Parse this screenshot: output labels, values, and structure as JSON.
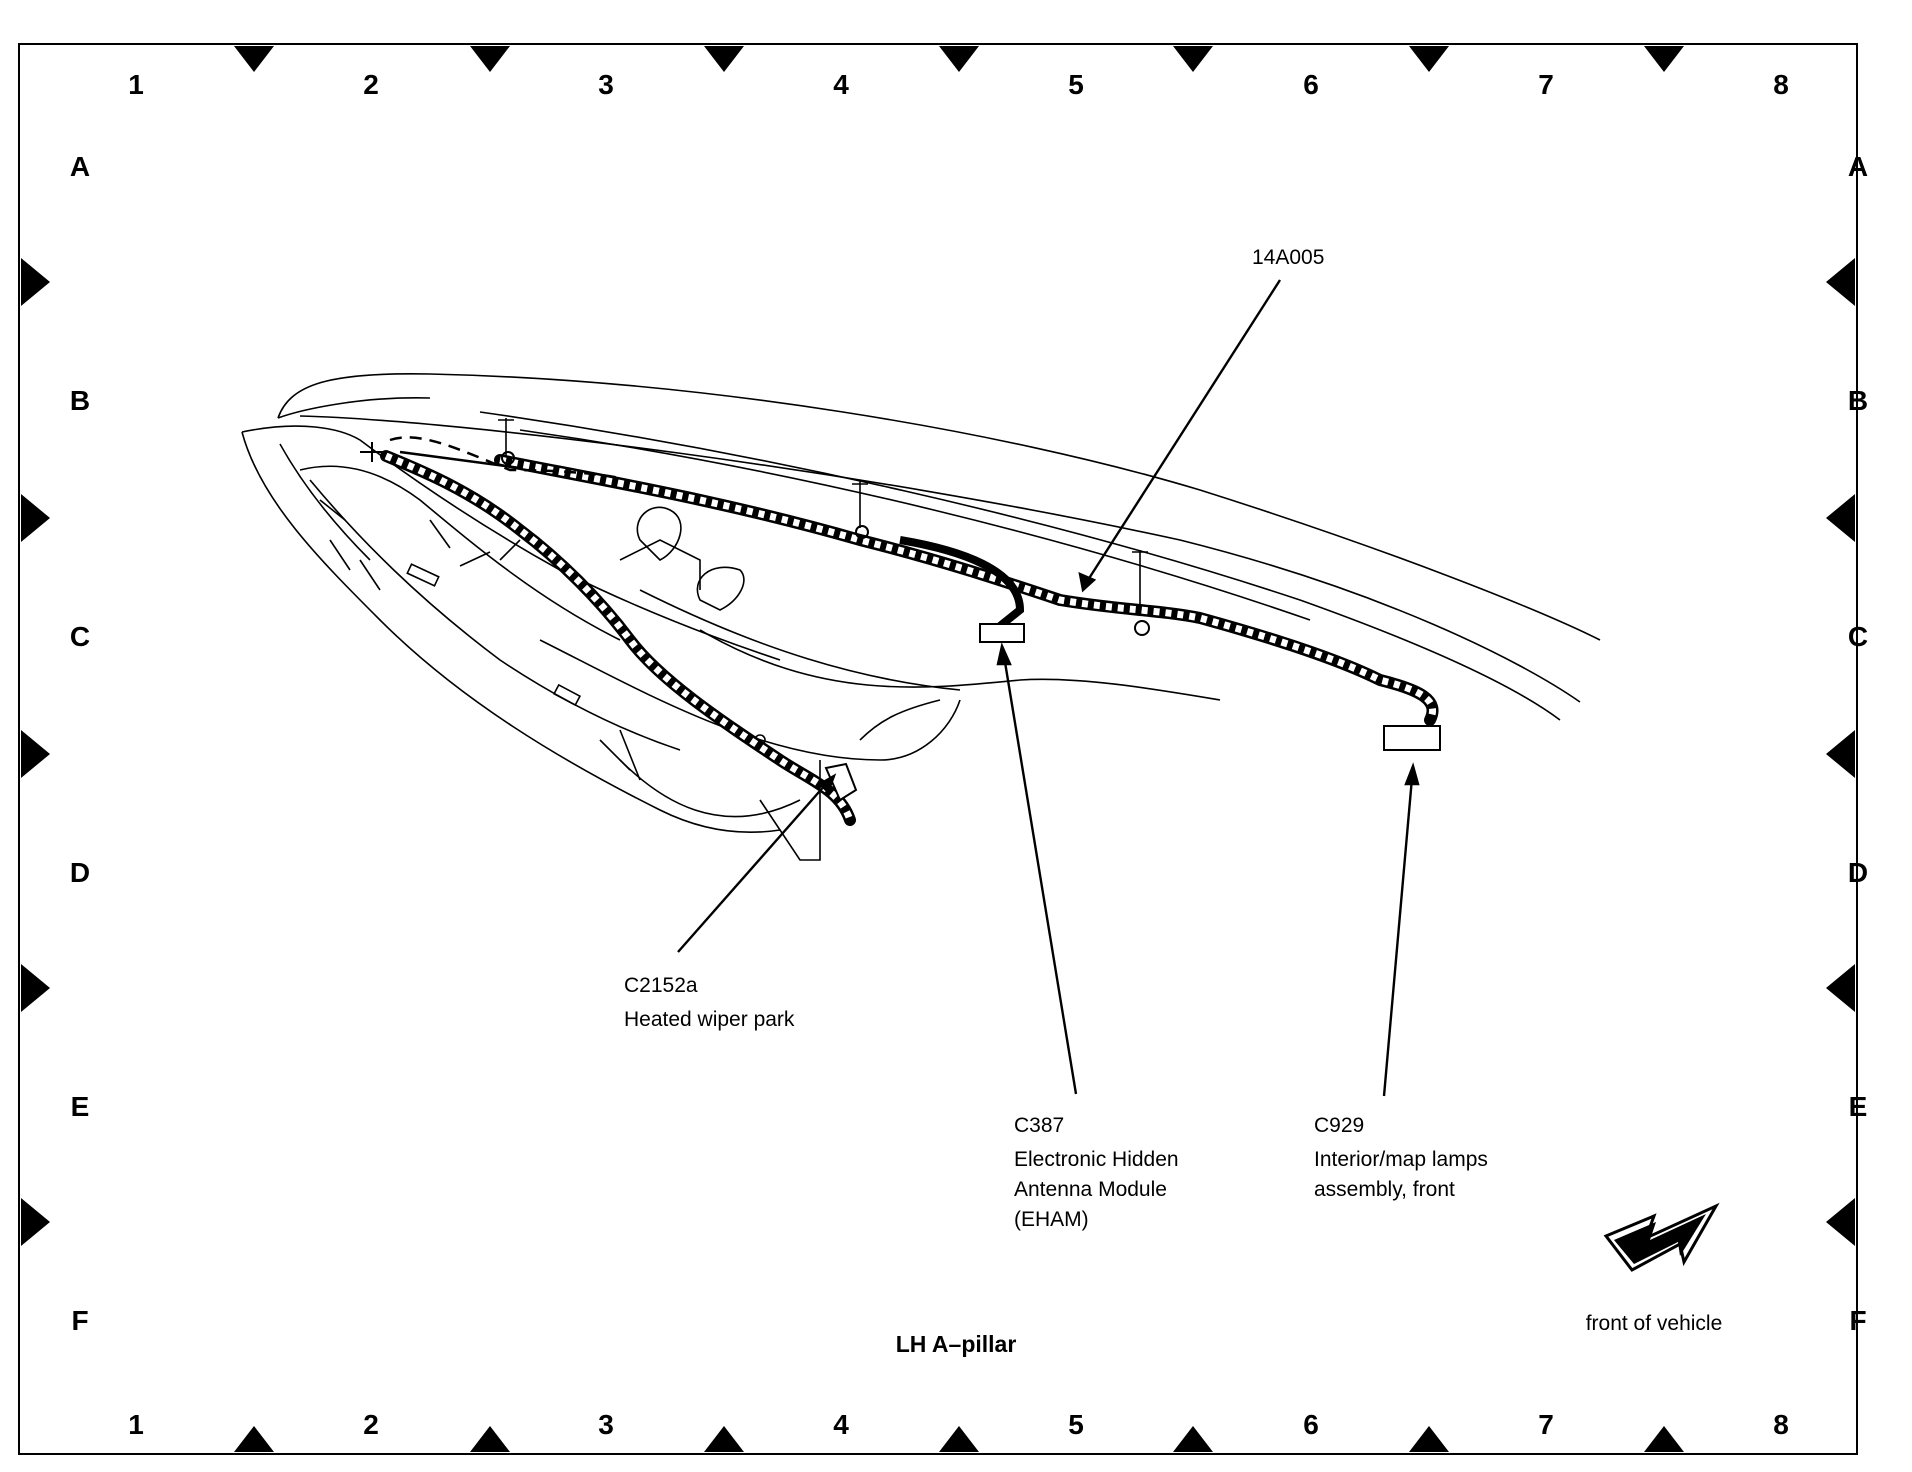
{
  "grid": {
    "columns": [
      "1",
      "2",
      "3",
      "4",
      "5",
      "6",
      "7",
      "8"
    ],
    "rows": [
      "A",
      "B",
      "C",
      "D",
      "E",
      "F"
    ]
  },
  "callouts": {
    "harness": {
      "label": "14A005"
    },
    "c2152a": {
      "id": "C2152a",
      "lines": [
        "Heated wiper park"
      ]
    },
    "c387": {
      "id": "C387",
      "lines": [
        "Electronic Hidden",
        "Antenna Module",
        "(EHAM)"
      ]
    },
    "c929": {
      "id": "C929",
      "lines": [
        "Interior/map lamps",
        "assembly, front"
      ]
    }
  },
  "caption": "LH A–pillar",
  "direction": {
    "label": "front of vehicle",
    "icon": "arrow-icon"
  }
}
